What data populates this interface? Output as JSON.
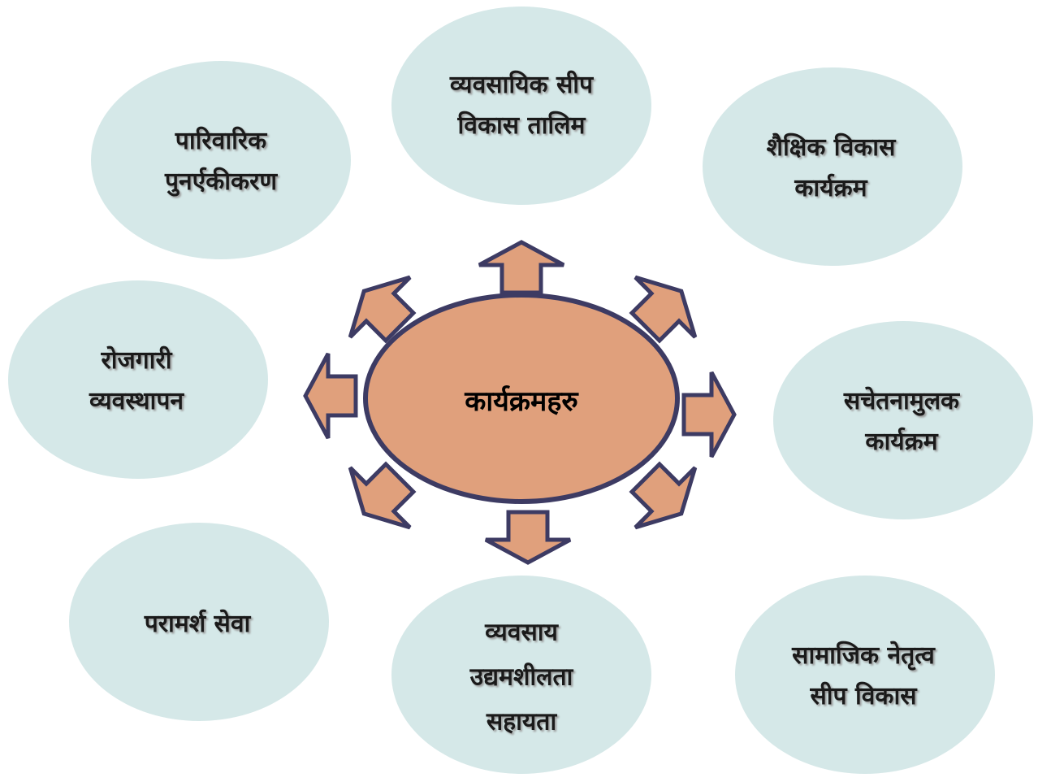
{
  "center": {
    "label": "कार्यक्रमहरु"
  },
  "colors": {
    "bubble": "#d5e8e8",
    "center_fill": "#e0a07c",
    "outline": "#3d3b63"
  },
  "bubbles": [
    {
      "lines": [
        "व्यवसायिक सीप",
        "विकास तालिम"
      ]
    },
    {
      "lines": [
        "पारिवारिक",
        "पुनर्एकीकरण"
      ]
    },
    {
      "lines": [
        "शैक्षिक विकास",
        "कार्यक्रम"
      ]
    },
    {
      "lines": [
        "रोजगारी",
        "व्यवस्थापन"
      ]
    },
    {
      "lines": [
        "सचेतनामुलक",
        "कार्यक्रम"
      ]
    },
    {
      "lines": [
        "परामर्श सेवा"
      ]
    },
    {
      "lines": [
        "व्यवसाय",
        "उद्यमशीलता",
        "सहायता"
      ]
    },
    {
      "lines": [
        "सामाजिक नेतृत्व",
        "सीप विकास"
      ]
    }
  ]
}
